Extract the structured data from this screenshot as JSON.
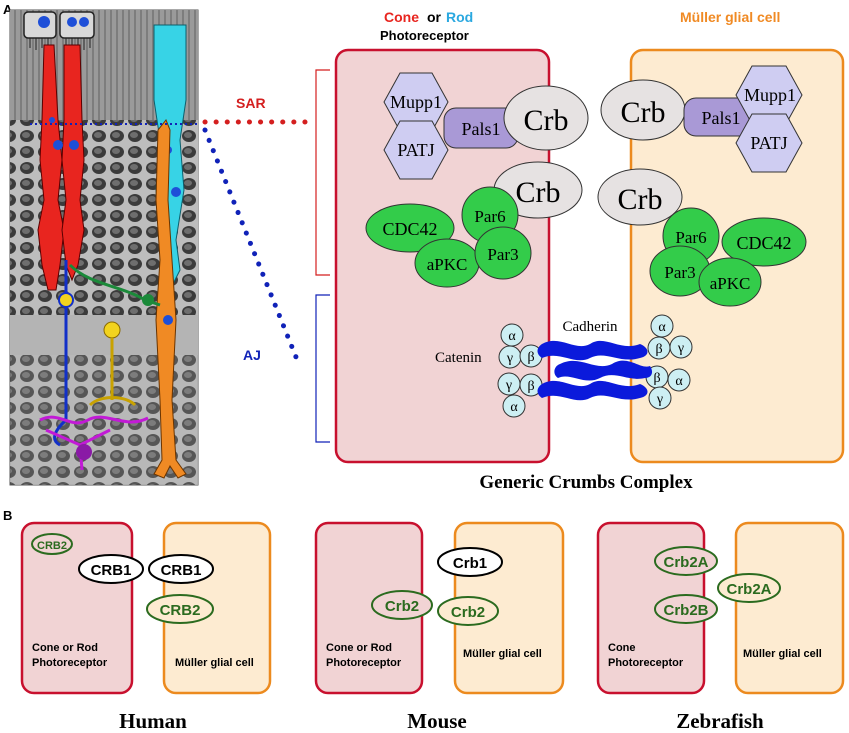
{
  "panel_a": {
    "label": "A",
    "header": {
      "cone": "Cone",
      "or": "or",
      "rod": "Rod",
      "photoreceptor": "Photoreceptor",
      "muller": "Müller glial cell"
    },
    "sar_label": "SAR",
    "aj_label": "AJ",
    "left_cell": {
      "mupp1": "Mupp1",
      "patj": "PATJ",
      "pals1": "Pals1",
      "crb_top": "Crb",
      "crb_mid": "Crb",
      "par6": "Par6",
      "cdc42": "CDC42",
      "apkc": "aPKC",
      "par3": "Par3",
      "catenin": "Catenin",
      "cat_a1": "α",
      "cat_g1": "γ",
      "cat_b1": "β",
      "cat_g2": "γ",
      "cat_b2": "β",
      "cat_a2": "α"
    },
    "right_cell": {
      "crb_top": "Crb",
      "pals1": "Pals1",
      "mupp1": "Mupp1",
      "patj": "PATJ",
      "crb_mid": "Crb",
      "par6": "Par6",
      "cdc42": "CDC42",
      "par3": "Par3",
      "apkc": "aPKC",
      "cat_a1": "α",
      "cat_b1": "β",
      "cat_g1": "γ",
      "cat_b2": "β",
      "cat_a2": "α",
      "cat_g2": "γ"
    },
    "cadherin": "Cadherin",
    "title": "Generic Crumbs Complex"
  },
  "panel_b": {
    "label": "B",
    "human": {
      "crb2_small": "CRB2",
      "crb1_left": "CRB1",
      "crb1_right": "CRB1",
      "crb2": "CRB2",
      "left_text_1": "Cone or Rod",
      "left_text_2": "Photoreceptor",
      "right_text": "Müller glial cell",
      "title": "Human"
    },
    "mouse": {
      "crb1": "Crb1",
      "crb2_left": "Crb2",
      "crb2_right": "Crb2",
      "left_text_1": "Cone or Rod",
      "left_text_2": "Photoreceptor",
      "right_text": "Müller glial cell",
      "title": "Mouse"
    },
    "zebrafish": {
      "crb2a": "Crb2A",
      "crb2b": "Crb2B",
      "crb2a_right": "Crb2A",
      "left_text_1": "Cone",
      "left_text_2": "Photoreceptor",
      "right_text": "Müller glial cell",
      "title": "Zebrafish"
    }
  },
  "colors": {
    "cone_red": "#e8251f",
    "rod_cyan": "#2aa8e0",
    "muller_orange": "#f08a24",
    "photoreceptor_fill": "#f1d3d4",
    "photoreceptor_border": "#c8102e",
    "muller_fill": "#fdebd1",
    "muller_border": "#ec8a1e",
    "pals_purple": "#a999d6",
    "hex_lilac": "#cfcdf2",
    "crb_grey": "#e6e2e2",
    "par_green": "#33cc4a",
    "catenin_cyan": "#cdeff3",
    "cadherin_blue": "#0b1adb",
    "sar_dot": "#d41f1f",
    "aj_dot": "#1022b8",
    "b_ellipse_green": "#2b6b1f"
  }
}
